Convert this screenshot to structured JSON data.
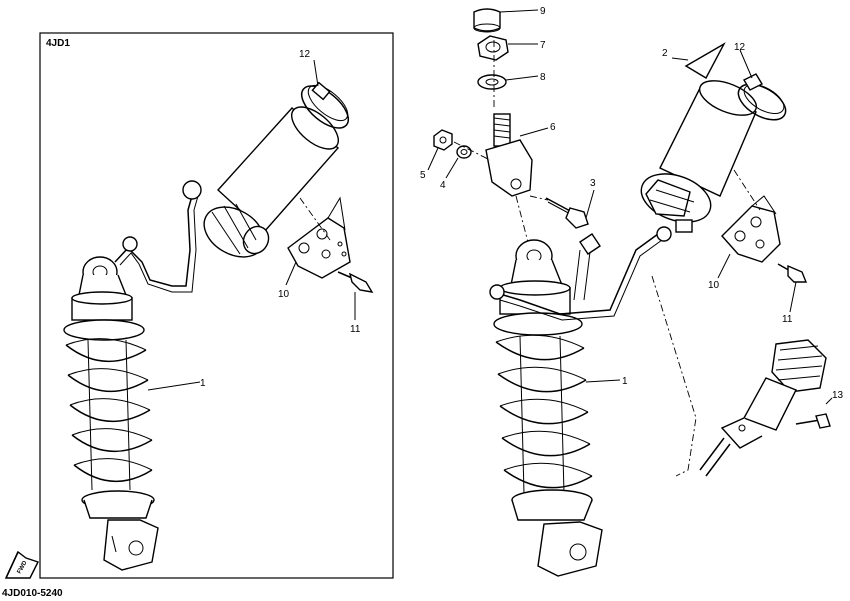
{
  "diagram": {
    "inset_code": "4JD1",
    "footer_code": "4JD010-5240",
    "fwd_label": "FWD"
  },
  "callouts_left": {
    "c1": "1",
    "c10": "10",
    "c11": "11",
    "c12": "12"
  },
  "callouts_right": {
    "c1": "1",
    "c2": "2",
    "c3": "3",
    "c4": "4",
    "c5": "5",
    "c6": "6",
    "c7": "7",
    "c8": "8",
    "c9": "9",
    "c10": "10",
    "c11": "11",
    "c12": "12",
    "c13": "13"
  }
}
